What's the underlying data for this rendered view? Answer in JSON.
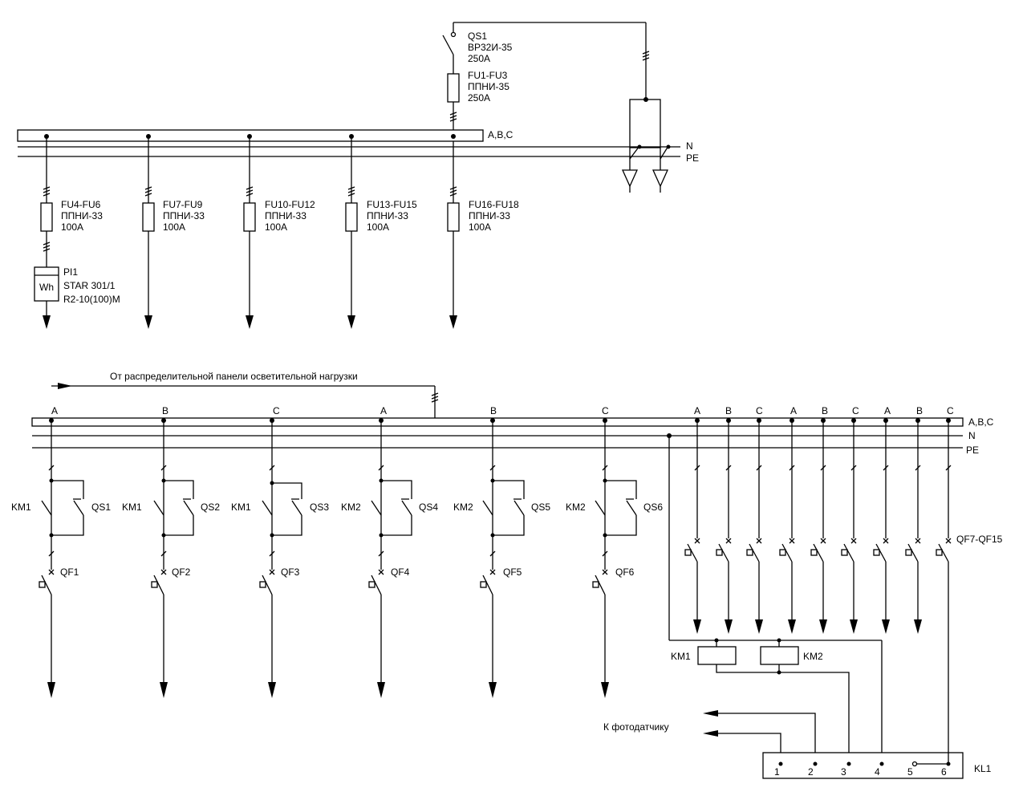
{
  "colors": {
    "line": "#000000",
    "background": "#ffffff"
  },
  "top": {
    "bus_phase_label": "A,B,C",
    "n_label": "N",
    "pe_label": "PE",
    "qs1": {
      "name": "QS1",
      "type": "ВР32И-35",
      "rating": "250А"
    },
    "fu_main": {
      "name": "FU1-FU3",
      "type": "ППНИ-35",
      "rating": "250А"
    },
    "feeders": [
      {
        "name": "FU4-FU6",
        "type": "ППНИ-33",
        "rating": "100А"
      },
      {
        "name": "FU7-FU9",
        "type": "ППНИ-33",
        "rating": "100А"
      },
      {
        "name": "FU10-FU12",
        "type": "ППНИ-33",
        "rating": "100А"
      },
      {
        "name": "FU13-FU15",
        "type": "ППНИ-33",
        "rating": "100А"
      },
      {
        "name": "FU16-FU18",
        "type": "ППНИ-33",
        "rating": "100А"
      }
    ],
    "meter": {
      "symbol": "Wh",
      "name": "PI1",
      "model": "STAR 301/1",
      "spec": "R2-10(100)M"
    }
  },
  "bottom": {
    "source_label": "От распределительной панели осветительной нагрузки",
    "bus_phase_label": "A,B,C",
    "n_label": "N",
    "pe_label": "PE",
    "branches": [
      {
        "phase": "A",
        "contactor": "KM1",
        "switch": "QS1",
        "breaker": "QF1"
      },
      {
        "phase": "B",
        "contactor": "KM1",
        "switch": "QS2",
        "breaker": "QF2"
      },
      {
        "phase": "C",
        "contactor": "KM1",
        "switch": "QS3",
        "breaker": "QF3"
      },
      {
        "phase": "A",
        "contactor": "KM2",
        "switch": "QS4",
        "breaker": "QF4"
      },
      {
        "phase": "B",
        "contactor": "KM2",
        "switch": "QS5",
        "breaker": "QF5"
      },
      {
        "phase": "C",
        "contactor": "KM2",
        "switch": "QS6",
        "breaker": "QF6"
      }
    ],
    "right_phases": [
      "A",
      "B",
      "C",
      "A",
      "B",
      "C",
      "A",
      "B",
      "C"
    ],
    "right_breakers_label": "QF7-QF15",
    "coil1": "KM1",
    "coil2": "KM2",
    "photo_label": "К фотодатчику",
    "relay_label": "KL1",
    "terminals": [
      "1",
      "2",
      "3",
      "4",
      "5",
      "6"
    ]
  }
}
